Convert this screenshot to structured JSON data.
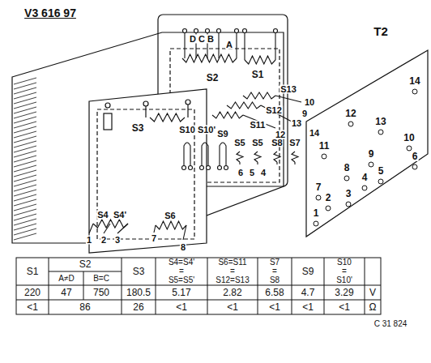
{
  "diagram": {
    "title": "V3 616 97",
    "caption": "C 31 824",
    "labels": [
      "T2",
      "D",
      "C",
      "B",
      "A",
      "S2",
      "S1",
      "S13",
      "10",
      "9",
      "S12",
      "13",
      "S11",
      "12",
      "14",
      "S3",
      "S10",
      "S10'",
      "S9",
      "S5",
      "S5",
      "S8",
      "S7",
      "6",
      "5",
      "4",
      "S4",
      "S4'",
      "S6",
      "1",
      "2",
      "3",
      "7",
      "8",
      "14",
      "12",
      "13",
      "10",
      "11",
      "9",
      "6",
      "8",
      "5",
      "4",
      "7",
      "3",
      "2",
      "1",
      "S1",
      "S2",
      "A≠D",
      "B=C",
      "S3",
      "S4=S4'",
      "=",
      "S5=S5'",
      "S6=S11",
      "=",
      "S12=S13",
      "S7",
      "=",
      "S8",
      "S9",
      "S10",
      "=",
      "S10'",
      "220",
      "47",
      "750",
      "180.5",
      "5.17",
      "2.82",
      "6.58",
      "4.7",
      "3.29",
      "V",
      "<1",
      "86",
      "26",
      "<1",
      "<1",
      "<1",
      "<1",
      "<1",
      "Ω"
    ]
  }
}
